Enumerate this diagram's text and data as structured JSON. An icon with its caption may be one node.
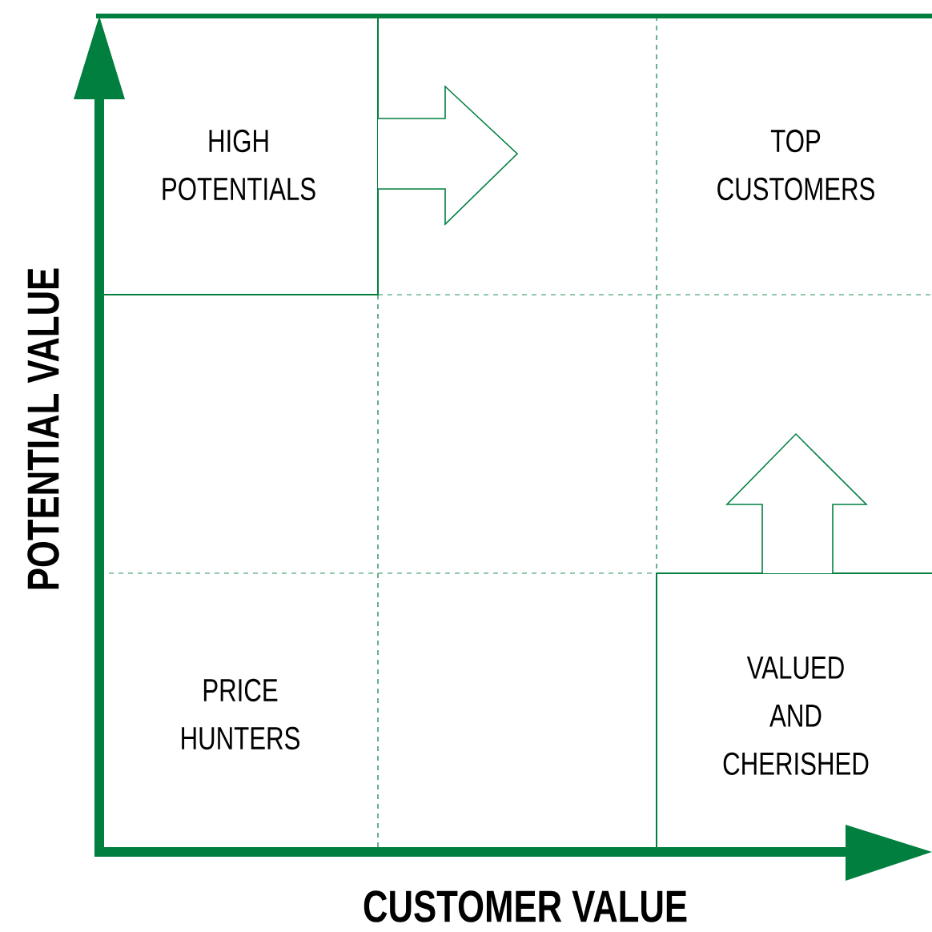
{
  "diagram": {
    "nodes": [
      {
        "text": [
          "HIGH POTENTIALS"
        ]
      },
      {
        "text": [
          "TOP CUSTOMERS"
        ]
      },
      {
        "text": [
          "PRICE HUNTERS"
        ]
      },
      {
        "text": [
          "VALUED AND CHERISHED"
        ]
      }
    ],
    "labels": [
      "POTENTIAL VALUE",
      "CUSTOMER VALUE"
    ]
  }
}
